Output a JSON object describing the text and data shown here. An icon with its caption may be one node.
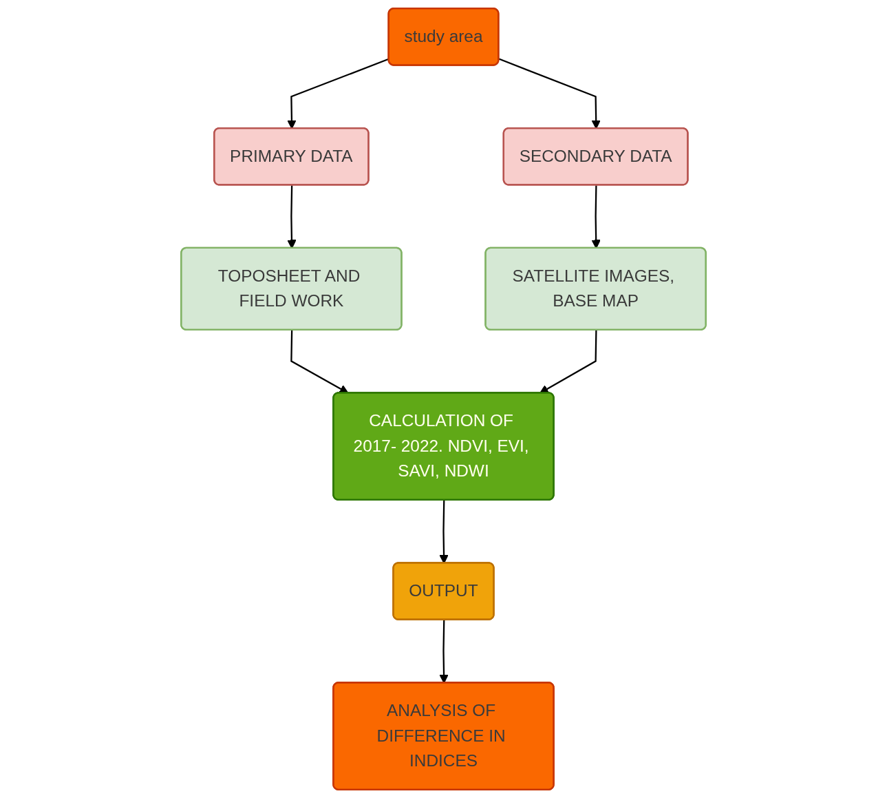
{
  "diagram": {
    "nodes": [
      {
        "text": [
          "study area"
        ]
      },
      {
        "text": [
          "PRIMARY DATA"
        ]
      },
      {
        "text": [
          "SECONDARY DATA"
        ]
      },
      {
        "text": [
          "TOPOSHEET AND FIELD WORK"
        ]
      },
      {
        "text": [
          "SATELLITE IMAGES, BASE MAP"
        ]
      },
      {
        "text": [
          "CALCULATION OF 2017- 2022. NDVI, EVI, SAVI, NDWI"
        ]
      },
      {
        "text": [
          "OUTPUT"
        ]
      },
      {
        "text": [
          "ANALYSIS OF DIFFERENCE IN INDICES"
        ]
      }
    ],
    "edges": [
      {
        "from": 0,
        "to": 1,
        "arrow": "to"
      },
      {
        "from": 0,
        "to": 2,
        "arrow": "to"
      },
      {
        "from": 1,
        "to": 3,
        "arrow": "to"
      },
      {
        "from": 2,
        "to": 4,
        "arrow": "to"
      },
      {
        "from": 3,
        "to": 5,
        "arrow": "to"
      },
      {
        "from": 4,
        "to": 5,
        "arrow": "to"
      },
      {
        "from": 5,
        "to": 6,
        "arrow": "to"
      },
      {
        "from": 6,
        "to": 7,
        "arrow": "to"
      }
    ]
  }
}
